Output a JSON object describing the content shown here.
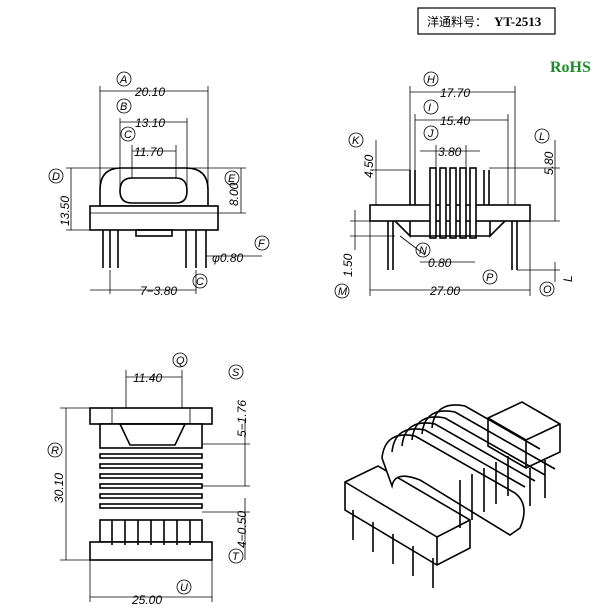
{
  "title_box": {
    "label": "洋通料号：",
    "part_number": "YT-2513"
  },
  "rohs": {
    "text": "RoHS",
    "color": "#1f8a2a"
  },
  "view_front": {
    "A": {
      "letter": "A",
      "value": "20.10"
    },
    "B": {
      "letter": "B",
      "value": "13.10"
    },
    "C": {
      "letter": "C",
      "value": "11.70"
    },
    "D": {
      "letter": "D",
      "value": "13.50"
    },
    "E": {
      "letter": "E",
      "value": "8.00"
    },
    "F": {
      "letter": "F",
      "value": "φ0.80"
    },
    "G": {
      "letter": "C",
      "value": "7−3.80"
    }
  },
  "view_side": {
    "H": {
      "letter": "H",
      "value": "17.70"
    },
    "I": {
      "letter": "I",
      "value": "15.40"
    },
    "J": {
      "letter": "J",
      "value": "3.80"
    },
    "K": {
      "letter": "K",
      "value": "4.50"
    },
    "L": {
      "letter": "L",
      "value": "5.80"
    },
    "M": {
      "letter": "M",
      "value": "1.50"
    },
    "N": {
      "letter": "N",
      "value": "0.80"
    },
    "O": {
      "letter": "O",
      "value": "L"
    },
    "P": {
      "letter": "P",
      "value": "27.00"
    }
  },
  "view_top": {
    "Q": {
      "letter": "Q",
      "value": "11.40"
    },
    "R": {
      "letter": "R",
      "value": "30.10"
    },
    "S": {
      "letter": "S",
      "value": "5−1.76"
    },
    "T": {
      "letter": "T",
      "value": "4−0.50"
    },
    "U": {
      "letter": "U",
      "value": "25.00"
    }
  }
}
